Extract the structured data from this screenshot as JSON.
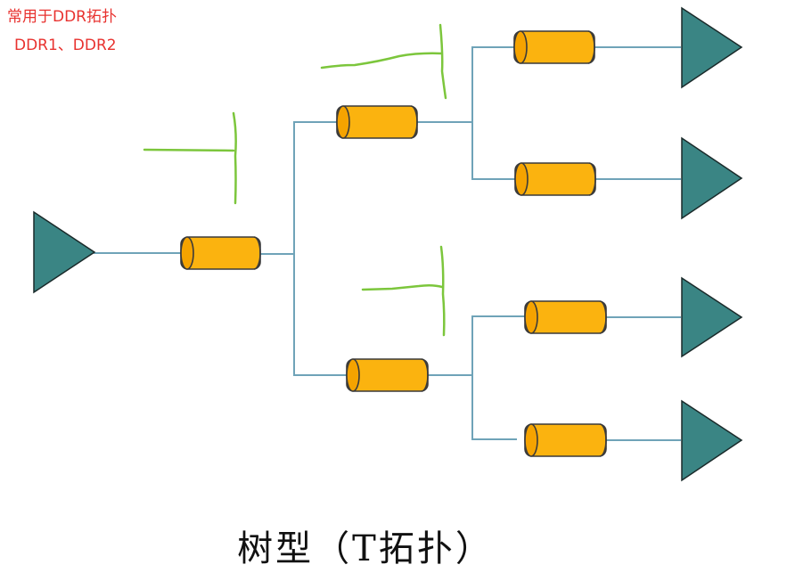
{
  "annotation": {
    "line1": "常用于DDR拓扑",
    "line2": "DDR1、DDR2"
  },
  "caption": "树型（T拓扑）",
  "colors": {
    "driver_triangle": "#3a8584",
    "receiver_triangle": "#3a8584",
    "segment_fill": "#fbb30f",
    "segment_end_fill": "#f5a300",
    "segment_stroke": "#3a3a3a",
    "wire": "#6fa3b8",
    "handwritten_marks": "#7cc63c",
    "annotation_text": "#e8322f",
    "caption_text": "#111111"
  },
  "topology": {
    "driver_count": 1,
    "branch_levels": 2,
    "receiver_count": 4
  }
}
